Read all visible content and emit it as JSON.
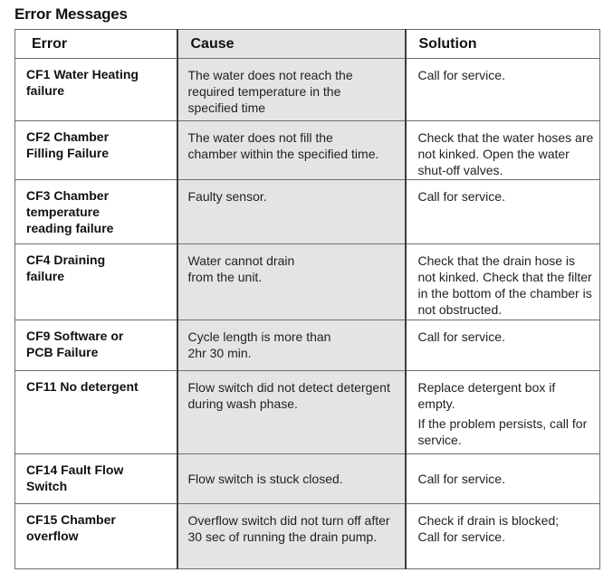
{
  "page": {
    "title": "Error Messages"
  },
  "table": {
    "headers": {
      "error": "Error",
      "cause": "Cause",
      "solution": "Solution"
    },
    "rows": [
      {
        "error_line1": "CF1 Water Heating",
        "error_line2": "failure",
        "error_line3": "",
        "cause_line1": "The water does not reach the",
        "cause_line2": "required temperature in the",
        "cause_line3": "specified time",
        "solution": [
          "Call for service."
        ]
      },
      {
        "error_line1": "CF2 Chamber",
        "error_line2": "Filling Failure",
        "error_line3": "",
        "cause_line1": "The water does not fill the",
        "cause_line2": "chamber within the specified time.",
        "cause_line3": "",
        "solution": [
          "Check that the water hoses are not kinked. Open the water shut-off valves."
        ]
      },
      {
        "error_line1": "CF3 Chamber",
        "error_line2": "temperature",
        "error_line3": "reading failure",
        "cause_line1": "Faulty sensor.",
        "cause_line2": "",
        "cause_line3": "",
        "solution": [
          "Call for service."
        ]
      },
      {
        "error_line1": "CF4 Draining",
        "error_line2": "failure",
        "error_line3": "",
        "cause_line1": "Water cannot drain",
        "cause_line2": "from the unit.",
        "cause_line3": "",
        "solution": [
          "Check that the drain hose is not kinked. Check that the filter in the bottom of the chamber is not obstructed."
        ]
      },
      {
        "error_line1": "CF9 Software or",
        "error_line2": "PCB Failure",
        "error_line3": "",
        "cause_line1": "Cycle length is more than",
        "cause_line2": "2hr 30 min.",
        "cause_line3": "",
        "solution": [
          "Call for service."
        ]
      },
      {
        "error_line1": "CF11 No detergent",
        "error_line2": "",
        "error_line3": "",
        "cause_line1": "Flow switch did not detect detergent",
        "cause_line2": "during wash phase.",
        "cause_line3": "",
        "solution": [
          "Replace detergent box if empty.",
          "If the problem persists, call for service."
        ]
      },
      {
        "error_line1": "CF14 Fault Flow",
        "error_line2": "Switch",
        "error_line3": "",
        "cause_line1": "",
        "cause_line2": "Flow switch is stuck closed.",
        "cause_line3": "",
        "solution": [
          "Call for service."
        ]
      },
      {
        "error_line1": "CF15 Chamber",
        "error_line2": "overflow",
        "error_line3": "",
        "cause_line1": "Overflow switch did not turn off after",
        "cause_line2": "30 sec of running the drain pump.",
        "cause_line3": "",
        "solution": [
          "Check if drain is blocked;",
          "Call for service."
        ]
      }
    ]
  }
}
